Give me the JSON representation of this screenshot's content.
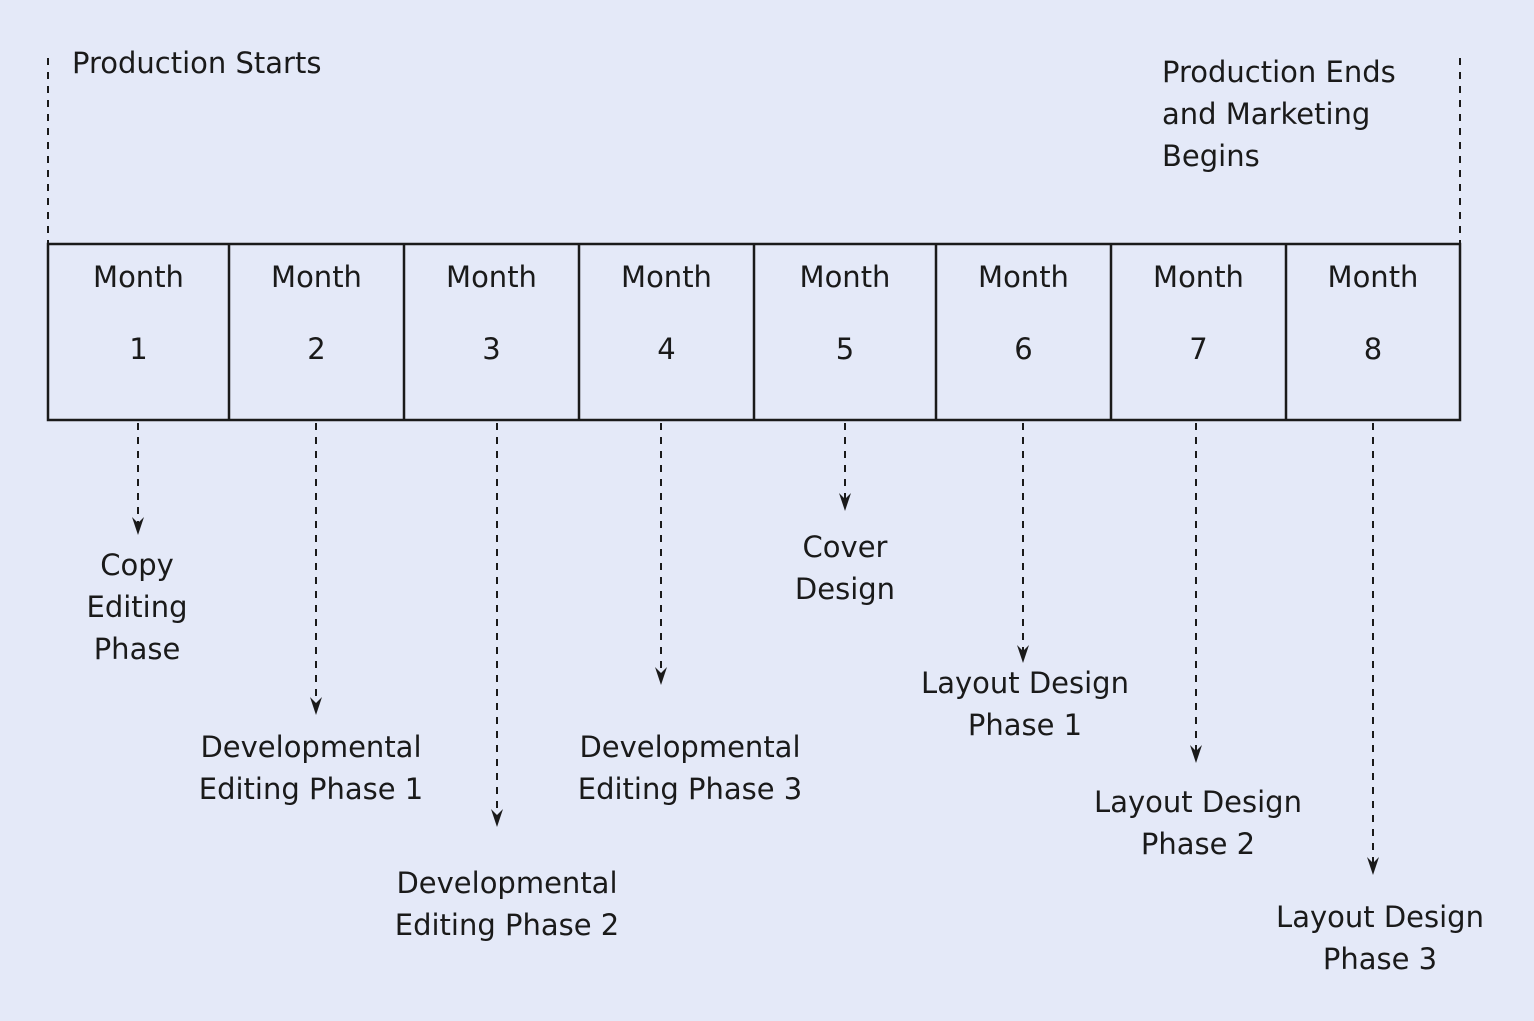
{
  "start_label": [
    "Production Starts"
  ],
  "end_label": [
    "Production Ends",
    "and Marketing",
    "Begins"
  ],
  "month_word": "Month",
  "months": [
    "1",
    "2",
    "3",
    "4",
    "5",
    "6",
    "7",
    "8"
  ],
  "phases": [
    {
      "lines": [
        "Copy",
        "Editing",
        "Phase"
      ]
    },
    {
      "lines": [
        "Developmental",
        "Editing Phase 1"
      ]
    },
    {
      "lines": [
        "Developmental",
        "Editing Phase 2"
      ]
    },
    {
      "lines": [
        "Developmental",
        "Editing Phase 3"
      ]
    },
    {
      "lines": [
        "Cover",
        "Design"
      ]
    },
    {
      "lines": [
        "Layout Design",
        "Phase 1"
      ]
    },
    {
      "lines": [
        "Layout Design",
        "Phase 2"
      ]
    },
    {
      "lines": [
        "Layout Design",
        "Phase 3"
      ]
    }
  ],
  "colors": {
    "background": "#e4e9f8",
    "stroke": "#1a1a1a"
  }
}
